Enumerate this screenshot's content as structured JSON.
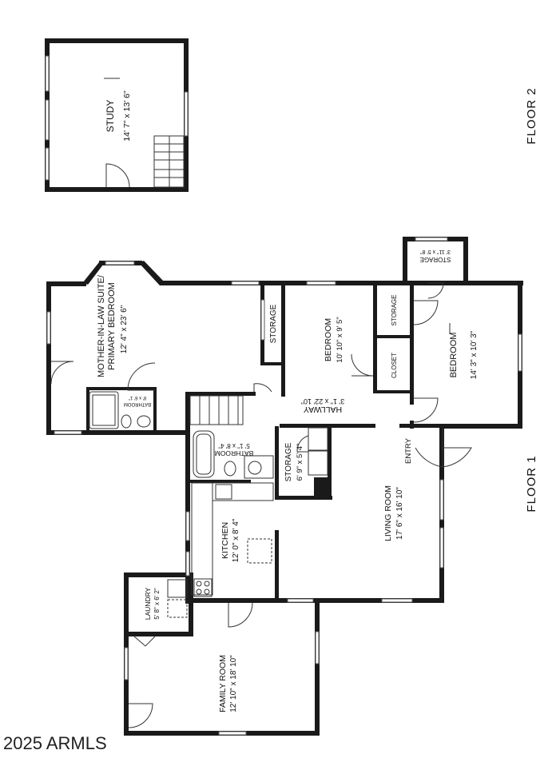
{
  "floors": {
    "floor2": "FLOOR 2",
    "floor1": "FLOOR 1"
  },
  "rooms": {
    "study": {
      "name": "STUDY",
      "dims": "14' 7\" x 13' 6\""
    },
    "suite": {
      "name1": "MOTHER-IN-LAW SUITE/",
      "name2": "PRIMARY BEDROOM",
      "dims": "12' 4\" x 23' 6\""
    },
    "suite_bath": {
      "name": "BATHROOM",
      "dims": "8' x 6' 1\""
    },
    "storage_upper": {
      "name": "STORAGE"
    },
    "bedroom_mid": {
      "name": "BEDROOM",
      "dims": "10' 10\" x 9' 5\""
    },
    "storage_small": {
      "name": "STORAGE"
    },
    "closet": {
      "name": "CLOSET"
    },
    "bedroom_right": {
      "name": "BEDROOM",
      "dims": "14' 3\" x 10' 3\""
    },
    "storage_top_right": {
      "name": "STORAGE",
      "dims": "3' 11\" x 5' 8\""
    },
    "hallway": {
      "name": "HALLWAY",
      "dims": "3' 1\" x 22' 10\""
    },
    "bathroom": {
      "name": "BATHROOM",
      "dims": "5' 1\" x 8' 4\""
    },
    "storage_mid": {
      "name": "STORAGE",
      "dims": "6' 9\" x 5' 4\""
    },
    "entry": {
      "name": "ENTRY"
    },
    "living": {
      "name": "LIVING ROOM",
      "dims": "17' 6\" x 16' 10\""
    },
    "kitchen": {
      "name": "KITCHEN",
      "dims": "12' 0\" x 8' 4\""
    },
    "laundry": {
      "name": "LAUNDRY",
      "dims": "5' 8\" x 6' 2\""
    },
    "family": {
      "name": "FAMILY ROOM",
      "dims": "12' 10\" x 18' 10\""
    }
  },
  "watermark": "2025 ARMLS"
}
